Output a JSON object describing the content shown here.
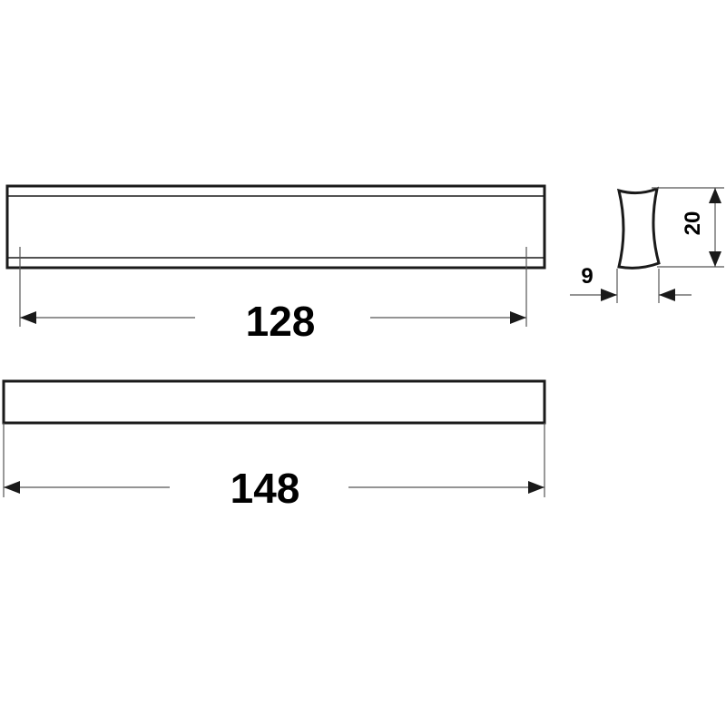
{
  "dimensions": {
    "mounting_distance": "128",
    "overall_length": "148",
    "height": "20",
    "width": "9"
  }
}
